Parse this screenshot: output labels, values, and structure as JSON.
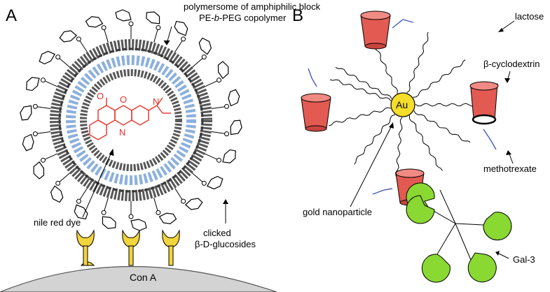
{
  "panel_a": {
    "letter": "A",
    "label_polymersome_1": "polymersome of amphiphilic block",
    "label_polymersome_2_pre": "PE-",
    "label_polymersome_2_italic": "b",
    "label_polymersome_2_post": "-PEG copolymer",
    "label_dye": "nile red dye",
    "label_clicked": "clicked",
    "label_glucosides": "β-D-glucosides",
    "label_surface": "Con A",
    "dye_atoms": {
      "o_top": "O",
      "o_left": "O",
      "n_right": "N",
      "n_mid": "N"
    }
  },
  "panel_b": {
    "letter": "B",
    "label_core": "Au",
    "label_lactose": "lactose",
    "label_cyclodextrin": "β-cyclodextrin",
    "label_methotrexate": "methotrexate",
    "label_gold": "gold nanoparticle",
    "label_gal3": "Gal-3"
  },
  "colors": {
    "polymer_outer": "#3a3a3a",
    "polymer_inner": "#7fa7d9",
    "dye": "#e8302a",
    "receptor": "#f2d43c",
    "surface": "#d3d3d3",
    "gold": "#f4de2a",
    "cyclodextrin": "#e35a52",
    "methotrexate": "#4a58c0",
    "gal3": "#8ad832"
  }
}
